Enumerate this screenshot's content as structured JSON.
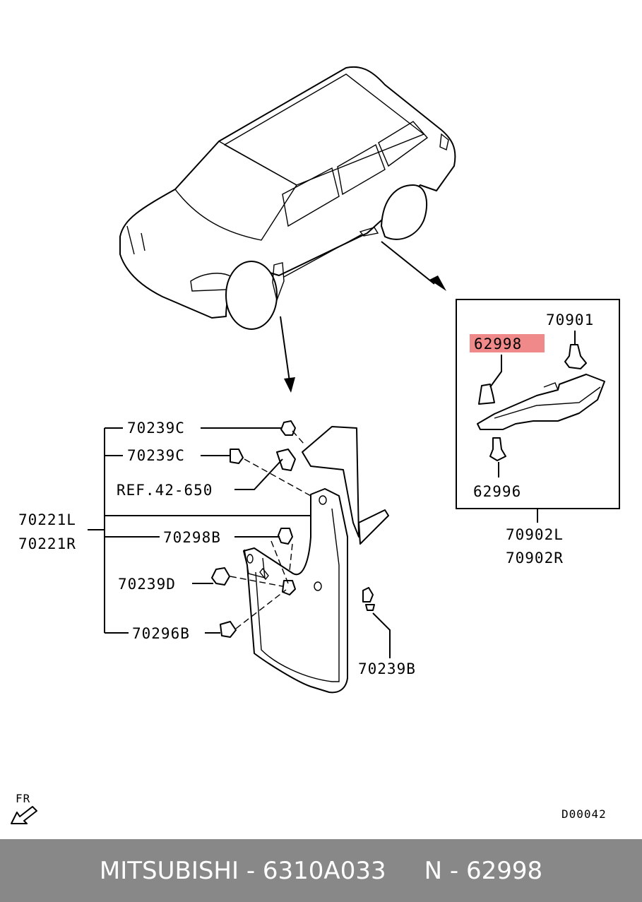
{
  "callouts": {
    "c70239c_1": "70239C",
    "c70239c_2": "70239C",
    "ref": "REF.42-650",
    "c70221l": "70221L",
    "c70221r": "70221R",
    "c70298b": "70298B",
    "c70239d": "70239D",
    "c70296b": "70296B",
    "c70239b": "70239B",
    "c70901": "70901",
    "c62998": "62998",
    "c62996": "62996",
    "c70902l": "70902L",
    "c70902r": "70902R"
  },
  "front_marker": "FR",
  "diagram_code": "D00042",
  "highlight_color": "#f08a8a",
  "footer": {
    "text": "MITSUBISHI - 6310A033     N - 62998",
    "background": "#888888",
    "text_color": "#ffffff"
  }
}
